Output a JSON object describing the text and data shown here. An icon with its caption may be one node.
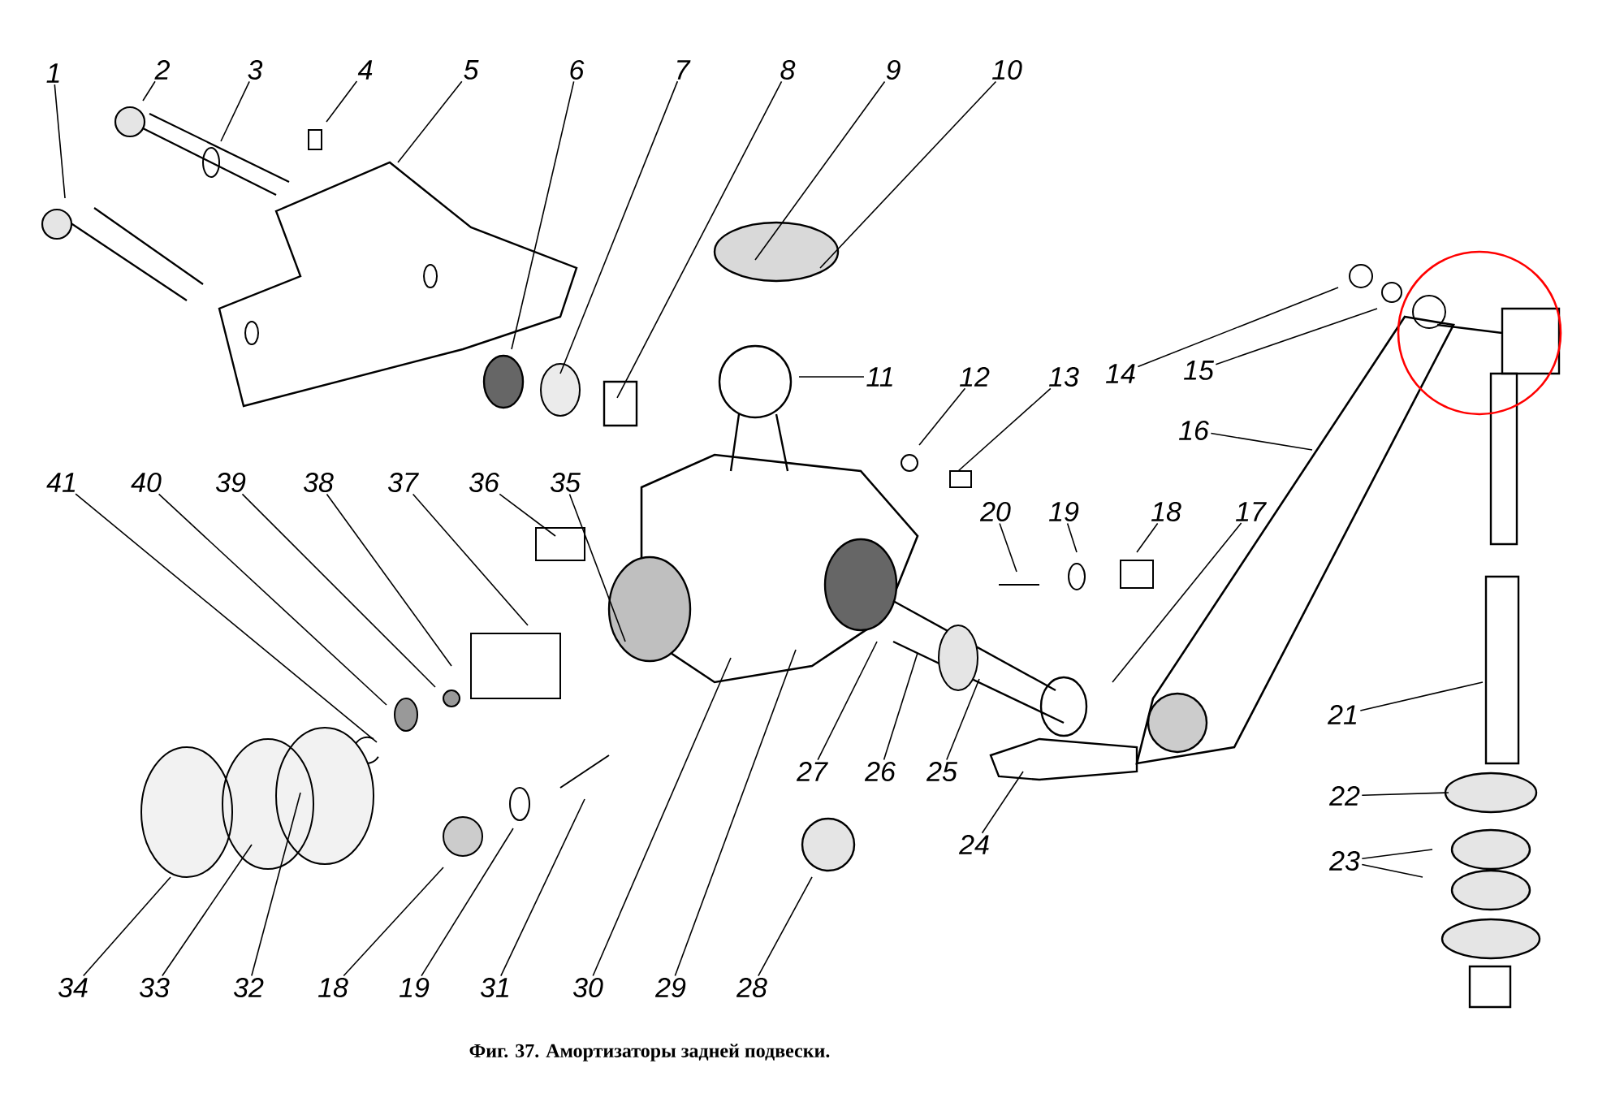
{
  "diagram": {
    "caption": "Фиг. 37. Амортизаторы задней подвески.",
    "nodes": [
      {
        "text": [
          "1"
        ]
      },
      {
        "text": [
          "2"
        ]
      },
      {
        "text": [
          "3"
        ]
      },
      {
        "text": [
          "4"
        ]
      },
      {
        "text": [
          "5"
        ]
      },
      {
        "text": [
          "6"
        ]
      },
      {
        "text": [
          "7"
        ]
      },
      {
        "text": [
          "8"
        ]
      },
      {
        "text": [
          "9"
        ]
      },
      {
        "text": [
          "10"
        ]
      },
      {
        "text": [
          "11"
        ]
      },
      {
        "text": [
          "12"
        ]
      },
      {
        "text": [
          "13"
        ]
      },
      {
        "text": [
          "14"
        ]
      },
      {
        "text": [
          "15"
        ]
      },
      {
        "text": [
          "16"
        ]
      },
      {
        "text": [
          "41"
        ]
      },
      {
        "text": [
          "40"
        ]
      },
      {
        "text": [
          "39"
        ]
      },
      {
        "text": [
          "38"
        ]
      },
      {
        "text": [
          "37"
        ]
      },
      {
        "text": [
          "36"
        ]
      },
      {
        "text": [
          "35"
        ]
      },
      {
        "text": [
          "20"
        ]
      },
      {
        "text": [
          "19"
        ]
      },
      {
        "text": [
          "18"
        ]
      },
      {
        "text": [
          "17"
        ]
      },
      {
        "text": [
          "21"
        ]
      },
      {
        "text": [
          "22"
        ]
      },
      {
        "text": [
          "23"
        ]
      },
      {
        "text": [
          "27"
        ]
      },
      {
        "text": [
          "26"
        ]
      },
      {
        "text": [
          "25"
        ]
      },
      {
        "text": [
          "24"
        ]
      },
      {
        "text": [
          "34"
        ]
      },
      {
        "text": [
          "33"
        ]
      },
      {
        "text": [
          "32"
        ]
      },
      {
        "text": [
          "18"
        ]
      },
      {
        "text": [
          "19"
        ]
      },
      {
        "text": [
          "31"
        ]
      },
      {
        "text": [
          "30"
        ]
      },
      {
        "text": [
          "29"
        ]
      },
      {
        "text": [
          "28"
        ]
      }
    ],
    "edges": [
      {
        "from": 0,
        "to": null,
        "arrow": "none"
      },
      {
        "from": 1,
        "to": null,
        "arrow": "none"
      },
      {
        "from": 2,
        "to": null,
        "arrow": "none"
      },
      {
        "from": 3,
        "to": null,
        "arrow": "none"
      },
      {
        "from": 4,
        "to": null,
        "arrow": "none"
      },
      {
        "from": 5,
        "to": null,
        "arrow": "none"
      },
      {
        "from": 6,
        "to": null,
        "arrow": "none"
      },
      {
        "from": 7,
        "to": null,
        "arrow": "none"
      },
      {
        "from": 8,
        "to": null,
        "arrow": "none"
      },
      {
        "from": 9,
        "to": null,
        "arrow": "none"
      },
      {
        "from": 10,
        "to": null,
        "arrow": "none"
      },
      {
        "from": 11,
        "to": null,
        "arrow": "none"
      },
      {
        "from": 12,
        "to": null,
        "arrow": "none"
      },
      {
        "from": 13,
        "to": null,
        "arrow": "none"
      },
      {
        "from": 14,
        "to": null,
        "arrow": "none"
      },
      {
        "from": 15,
        "to": null,
        "arrow": "none"
      },
      {
        "from": 16,
        "to": null,
        "arrow": "none"
      },
      {
        "from": 17,
        "to": null,
        "arrow": "none"
      },
      {
        "from": 18,
        "to": null,
        "arrow": "none"
      },
      {
        "from": 19,
        "to": null,
        "arrow": "none"
      },
      {
        "from": 20,
        "to": null,
        "arrow": "none"
      },
      {
        "from": 21,
        "to": null,
        "arrow": "none"
      },
      {
        "from": 22,
        "to": null,
        "arrow": "none"
      },
      {
        "from": 23,
        "to": null,
        "arrow": "none"
      },
      {
        "from": 24,
        "to": null,
        "arrow": "none"
      },
      {
        "from": 25,
        "to": null,
        "arrow": "none"
      },
      {
        "from": 26,
        "to": null,
        "arrow": "none"
      },
      {
        "from": 27,
        "to": null,
        "arrow": "none"
      },
      {
        "from": 28,
        "to": null,
        "arrow": "none"
      },
      {
        "from": 29,
        "to": null,
        "arrow": "none"
      },
      {
        "from": 29,
        "to": null,
        "arrow": "none"
      },
      {
        "from": 30,
        "to": null,
        "arrow": "none"
      },
      {
        "from": 31,
        "to": null,
        "arrow": "none"
      },
      {
        "from": 32,
        "to": null,
        "arrow": "none"
      },
      {
        "from": 33,
        "to": null,
        "arrow": "none"
      },
      {
        "from": 34,
        "to": null,
        "arrow": "none"
      },
      {
        "from": 35,
        "to": null,
        "arrow": "none"
      },
      {
        "from": 36,
        "to": null,
        "arrow": "none"
      },
      {
        "from": 37,
        "to": null,
        "arrow": "none"
      },
      {
        "from": 38,
        "to": null,
        "arrow": "none"
      },
      {
        "from": 39,
        "to": null,
        "arrow": "none"
      },
      {
        "from": 40,
        "to": null,
        "arrow": "none"
      },
      {
        "from": 41,
        "to": null,
        "arrow": "none"
      },
      {
        "from": 42,
        "to": null,
        "arrow": "none"
      }
    ]
  }
}
